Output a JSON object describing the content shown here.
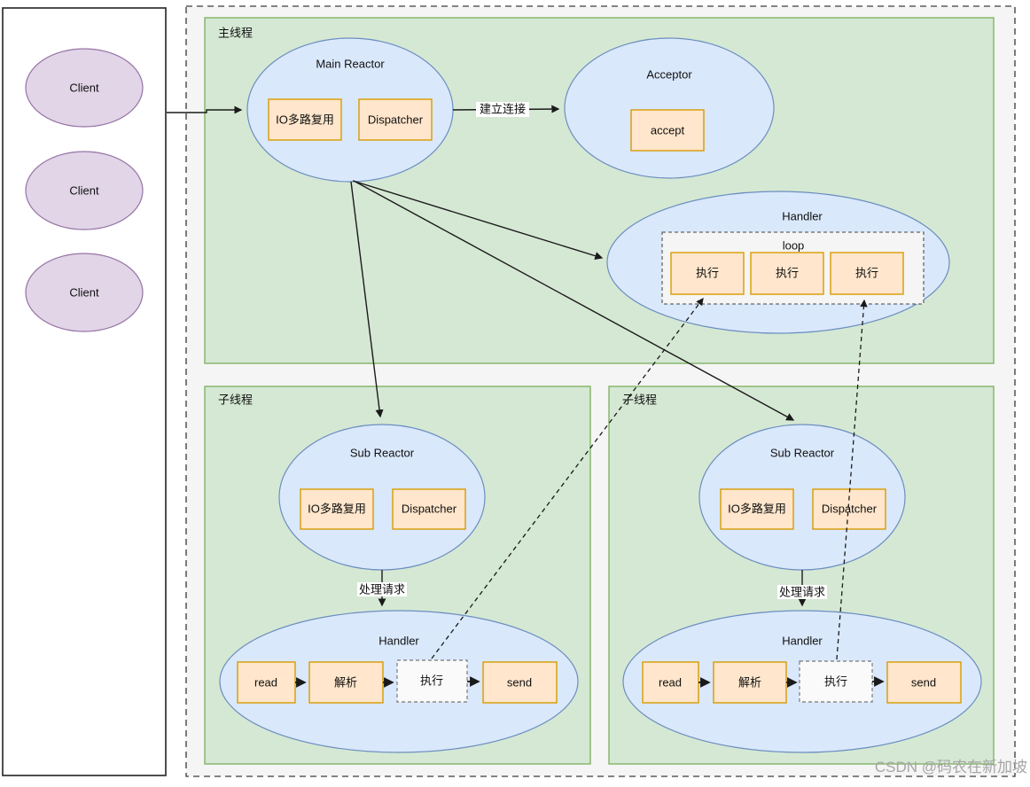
{
  "diagram": {
    "clients_panel": {
      "clients": [
        {
          "label": "Client"
        },
        {
          "label": "Client"
        },
        {
          "label": "Client"
        }
      ]
    },
    "main_thread": {
      "label": "主线程",
      "main_reactor": {
        "title": "Main Reactor",
        "io_multiplex": "IO多路复用",
        "dispatcher": "Dispatcher"
      },
      "acceptor": {
        "title": "Acceptor",
        "accept": "accept"
      },
      "handler": {
        "title": "Handler",
        "loop": "loop",
        "exec": [
          "执行",
          "执行",
          "执行"
        ]
      }
    },
    "sub_thread_left": {
      "label": "子线程",
      "sub_reactor": {
        "title": "Sub Reactor",
        "io_multiplex": "IO多路复用",
        "dispatcher": "Dispatcher"
      },
      "request_label": "处理请求",
      "handler": {
        "title": "Handler",
        "steps": [
          "read",
          "解析",
          "执行",
          "send"
        ]
      }
    },
    "sub_thread_right": {
      "label": "子线程",
      "sub_reactor": {
        "title": "Sub Reactor",
        "io_multiplex": "IO多路复用",
        "dispatcher": "Dispatcher"
      },
      "request_label": "处理请求",
      "handler": {
        "title": "Handler",
        "steps": [
          "read",
          "解析",
          "执行",
          "send"
        ]
      }
    },
    "edge_labels": {
      "establish_connection": "建立连接"
    },
    "watermark": "CSDN @码农在新加坡",
    "colors": {
      "thread_box_fill": "#d5e8d4",
      "thread_box_stroke": "#82b366",
      "node_fill": "#dae8fc",
      "node_stroke": "#6c8ebf",
      "client_fill": "#e1d5e7",
      "client_stroke": "#9673a6",
      "task_fill": "#ffe6cc",
      "task_stroke": "#d79b00",
      "container_fill": "#f5f5f5"
    }
  }
}
